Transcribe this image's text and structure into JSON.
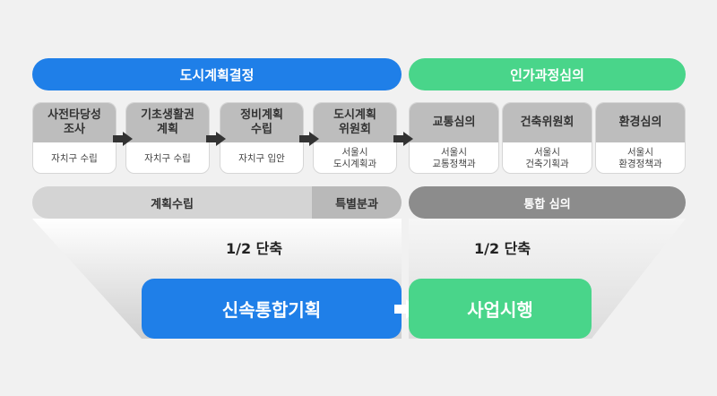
{
  "colors": {
    "blue": "#1f7fe8",
    "green": "#49d58a",
    "light_gray": "#d4d4d4",
    "mid_gray": "#b9b9b9",
    "dark_gray": "#8c8c8c",
    "card_head": "#bdbdbd",
    "arrow": "#333333"
  },
  "headers": {
    "left": "도시계획결정",
    "right": "인가과정심의"
  },
  "steps": [
    {
      "title": "사전타당성\n조사",
      "body": "자치구 수립",
      "icon": "arrow-right-icon"
    },
    {
      "title": "기초생활권\n계획",
      "body": "자치구 수립",
      "icon": "arrow-right-icon"
    },
    {
      "title": "정비계획\n수립",
      "body": "자치구 입안",
      "icon": "arrow-right-icon"
    },
    {
      "title": "도시계획\n위원회",
      "body": "서울시\n도시계획과",
      "icon": "arrow-right-icon"
    },
    {
      "title": "교통심의",
      "body": "서울시\n교통정책과"
    },
    {
      "title": "건축위원회",
      "body": "서울시\n건축기획과"
    },
    {
      "title": "환경심의",
      "body": "서울시\n환경정책과"
    }
  ],
  "bars": {
    "plan": "계획수립",
    "special": "특별분과",
    "integrated": "통합 심의"
  },
  "reduction": {
    "left": "1/2 단축",
    "right": "1/2 단축"
  },
  "results": {
    "fast_plan": "신속통합기획",
    "execution": "사업시행"
  }
}
